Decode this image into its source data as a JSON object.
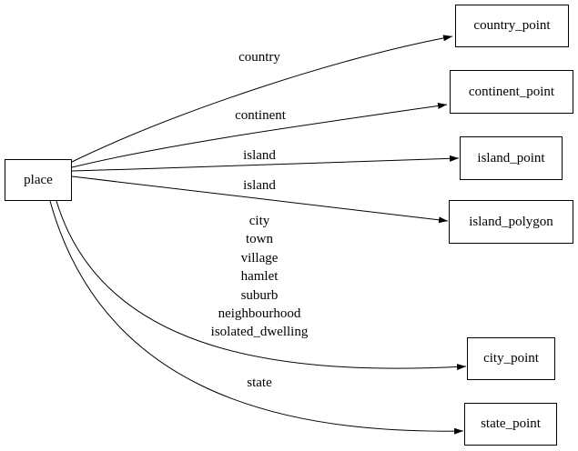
{
  "diagram": {
    "type": "directed-graph",
    "colors": {
      "background": "#ffffff",
      "node_fill": "#ffffff",
      "stroke": "#000000",
      "text": "#000000"
    },
    "nodes": [
      {
        "id": "place",
        "label": "place"
      },
      {
        "id": "country_point",
        "label": "country_point"
      },
      {
        "id": "continent_point",
        "label": "continent_point"
      },
      {
        "id": "island_point",
        "label": "island_point"
      },
      {
        "id": "island_polygon",
        "label": "island_polygon"
      },
      {
        "id": "city_point",
        "label": "city_point"
      },
      {
        "id": "state_point",
        "label": "state_point"
      }
    ],
    "edges": [
      {
        "from": "place",
        "to": "country_point",
        "label": "country"
      },
      {
        "from": "place",
        "to": "continent_point",
        "label": "continent"
      },
      {
        "from": "place",
        "to": "island_point",
        "label": "island"
      },
      {
        "from": "place",
        "to": "island_polygon",
        "label": "island"
      },
      {
        "from": "place",
        "to": "city_point",
        "label": "city\ntown\nvillage\nhamlet\nsuburb\nneighbourhood\nisolated_dwelling"
      },
      {
        "from": "place",
        "to": "state_point",
        "label": "state"
      }
    ]
  }
}
